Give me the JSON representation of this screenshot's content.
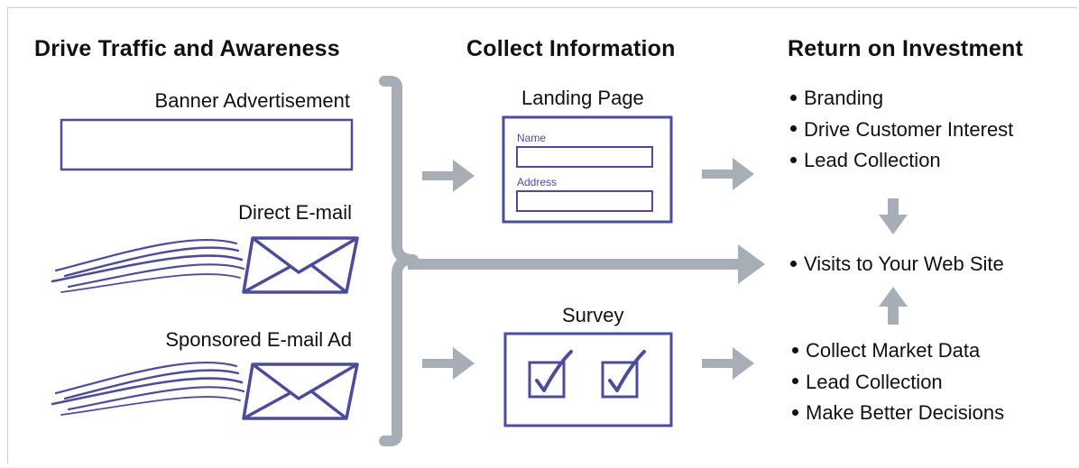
{
  "headings": {
    "drive": "Drive Traffic and Awareness",
    "collect": "Collect Information",
    "roi": "Return on Investment"
  },
  "sources": {
    "banner": "Banner Advertisement",
    "direct_email": "Direct E-mail",
    "sponsored_email": "Sponsored E-mail Ad"
  },
  "landing_page": {
    "title": "Landing Page",
    "name_label": "Name",
    "address_label": "Address"
  },
  "survey": {
    "title": "Survey"
  },
  "roi": {
    "top_bullets": [
      "Branding",
      "Drive Customer Interest",
      "Lead Collection"
    ],
    "visits": "Visits to Your Web Site",
    "bottom_bullets": [
      "Collect Market Data",
      "Lead Collection",
      "Make Better Decisions"
    ]
  },
  "colors": {
    "outline": "#4d4c9a",
    "arrow": "#a7aeb6",
    "brace": "#a7aeb6",
    "text": "#111111"
  }
}
